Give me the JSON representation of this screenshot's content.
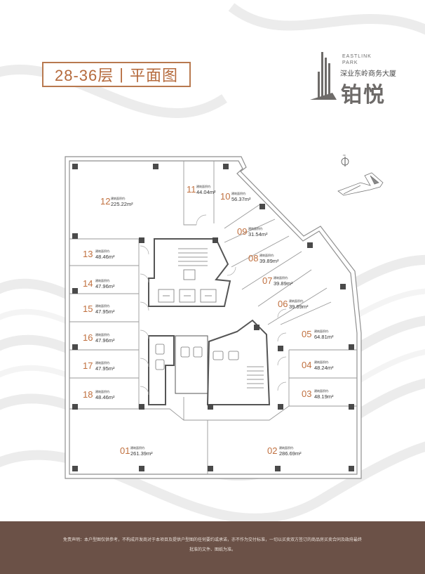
{
  "header": {
    "title_floor": "28-36层",
    "title_plan": "平面图"
  },
  "brand": {
    "en_line1": "EASTLINK",
    "en_line2": "PARK",
    "cn_sub": "深业东岭商务大厦",
    "cn_main": "铂悦"
  },
  "compass": {
    "icon": "north-arrow-icon",
    "label": "N"
  },
  "area_label": "建筑面积约:",
  "units": [
    {
      "num": "01",
      "area": "261.39m²"
    },
    {
      "num": "02",
      "area": "286.69m²"
    },
    {
      "num": "03",
      "area": "48.19m²"
    },
    {
      "num": "04",
      "area": "48.24m²"
    },
    {
      "num": "05",
      "area": "64.81m²"
    },
    {
      "num": "06",
      "area": "39.89m²"
    },
    {
      "num": "07",
      "area": "39.89m²"
    },
    {
      "num": "08",
      "area": "39.89m²"
    },
    {
      "num": "09",
      "area": "31.54m²"
    },
    {
      "num": "10",
      "area": "56.37m²"
    },
    {
      "num": "11",
      "area": "44.04m²"
    },
    {
      "num": "12",
      "area": "225.22m²"
    },
    {
      "num": "13",
      "area": "48.46m²"
    },
    {
      "num": "14",
      "area": "47.96m²"
    },
    {
      "num": "15",
      "area": "47.95m²"
    },
    {
      "num": "16",
      "area": "47.96m²"
    },
    {
      "num": "17",
      "area": "47.95m²"
    },
    {
      "num": "18",
      "area": "48.46m²"
    }
  ],
  "footer": {
    "disclaimer": "免责声明：本户型图仅供参考，不构成开发商对于本项目及提供户型图的任何要约或承诺，亦不作为交付标准，一切以买卖双方签订的商品房买卖合同及政府最终批准的文件、图纸为准。"
  },
  "colors": {
    "accent": "#b56a3c",
    "footer_bg": "#6b5147",
    "line": "#9a9a9a",
    "column": "#4a4a4a"
  }
}
